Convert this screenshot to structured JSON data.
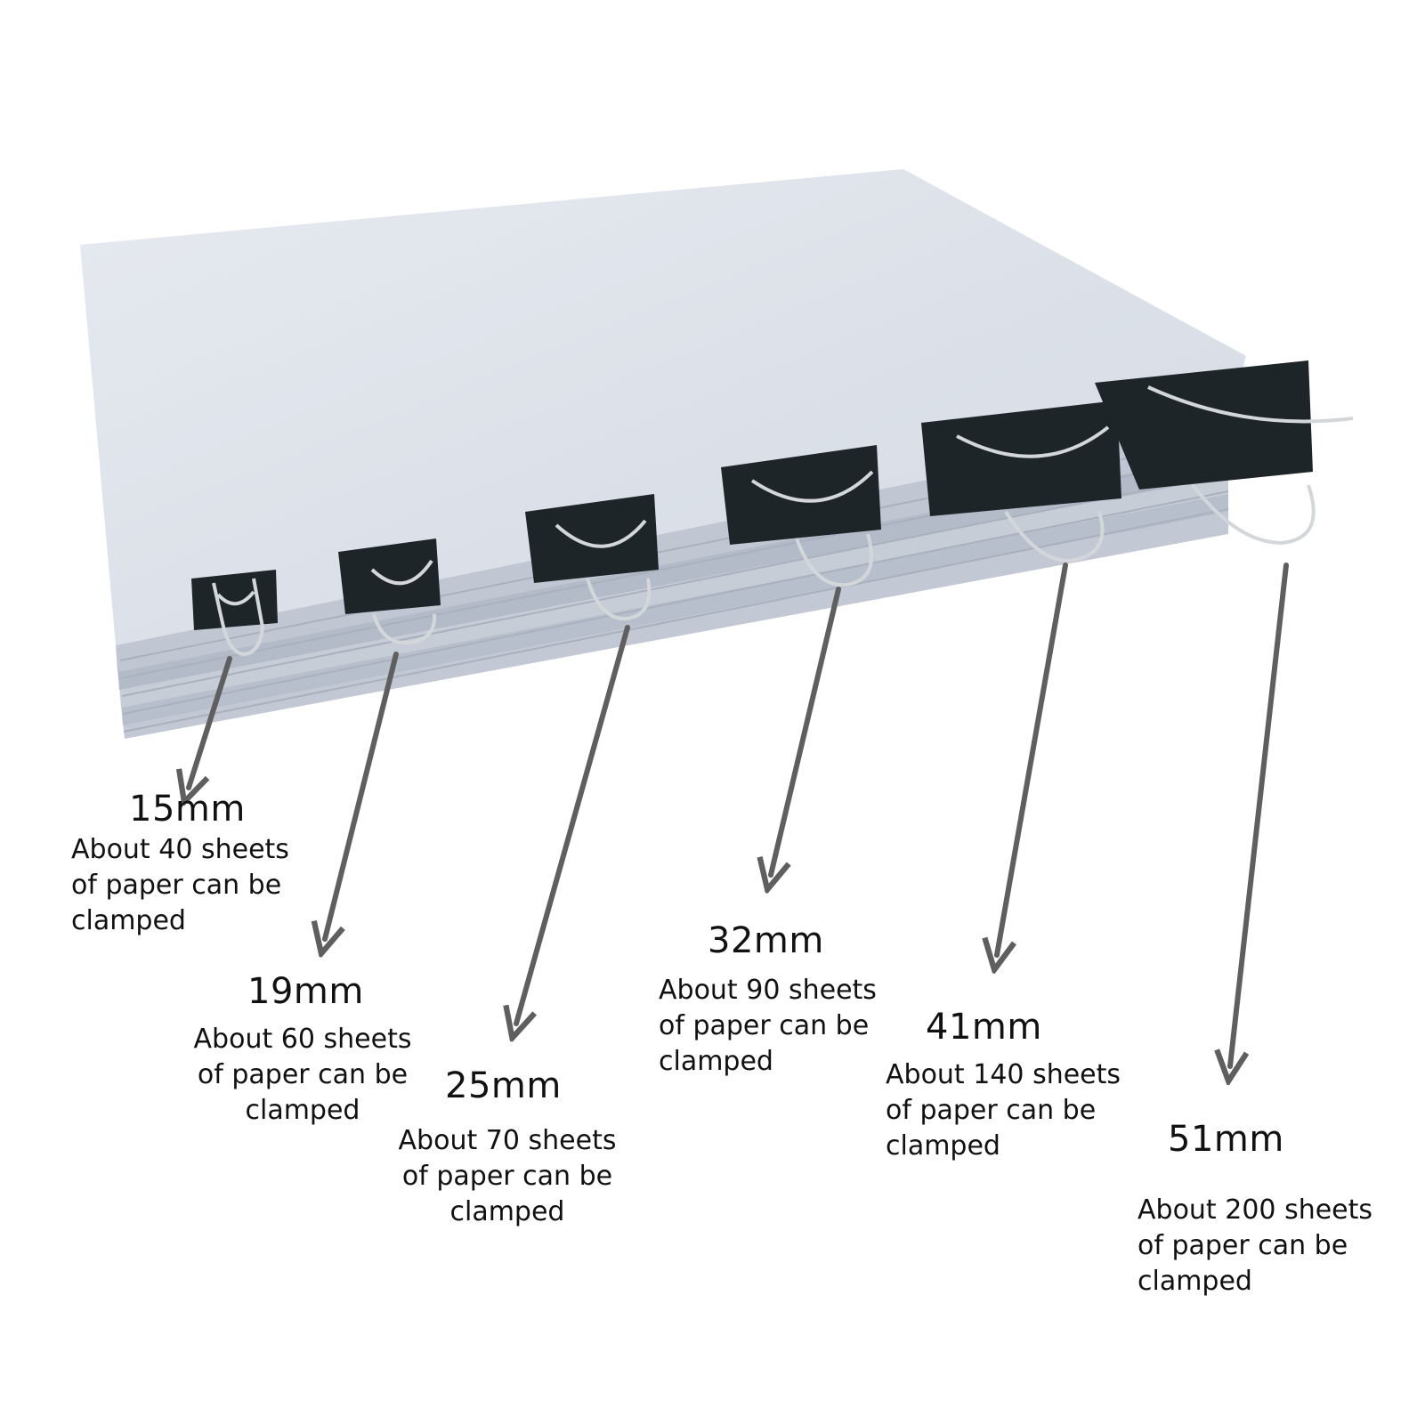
{
  "colors": {
    "background": "#ffffff",
    "paper_top": "#dfe4ec",
    "paper_edge": "#b9c0cd",
    "clip_body": "#1e2528",
    "clip_wire": "#d4d7da",
    "arrow": "#5f5f5f",
    "text": "#111111"
  },
  "clips": [
    {
      "size": "15mm",
      "line1_pre": "About",
      "count": "40",
      "line1_post": "sheets",
      "line2": "of paper can be",
      "line3": "clamped"
    },
    {
      "size": "19mm",
      "line1_pre": "About",
      "count": "60",
      "line1_post": "sheets",
      "line2": "of paper can be",
      "line3": "clamped"
    },
    {
      "size": "25mm",
      "line1_pre": "About",
      "count": "70",
      "line1_post": "sheets",
      "line2": "of paper can be",
      "line3": "clamped"
    },
    {
      "size": "32mm",
      "line1_pre": "About",
      "count": "90",
      "line1_post": "sheets",
      "line2": "of paper can be",
      "line3": "clamped"
    },
    {
      "size": "41mm",
      "line1_pre": "About",
      "count": "140",
      "line1_post": "sheets",
      "line2": "of paper can be",
      "line3": "clamped"
    },
    {
      "size": "51mm",
      "line1_pre": "About",
      "count": "200",
      "line1_post": "sheets",
      "line2": "of paper can be",
      "line3": "clamped"
    }
  ]
}
